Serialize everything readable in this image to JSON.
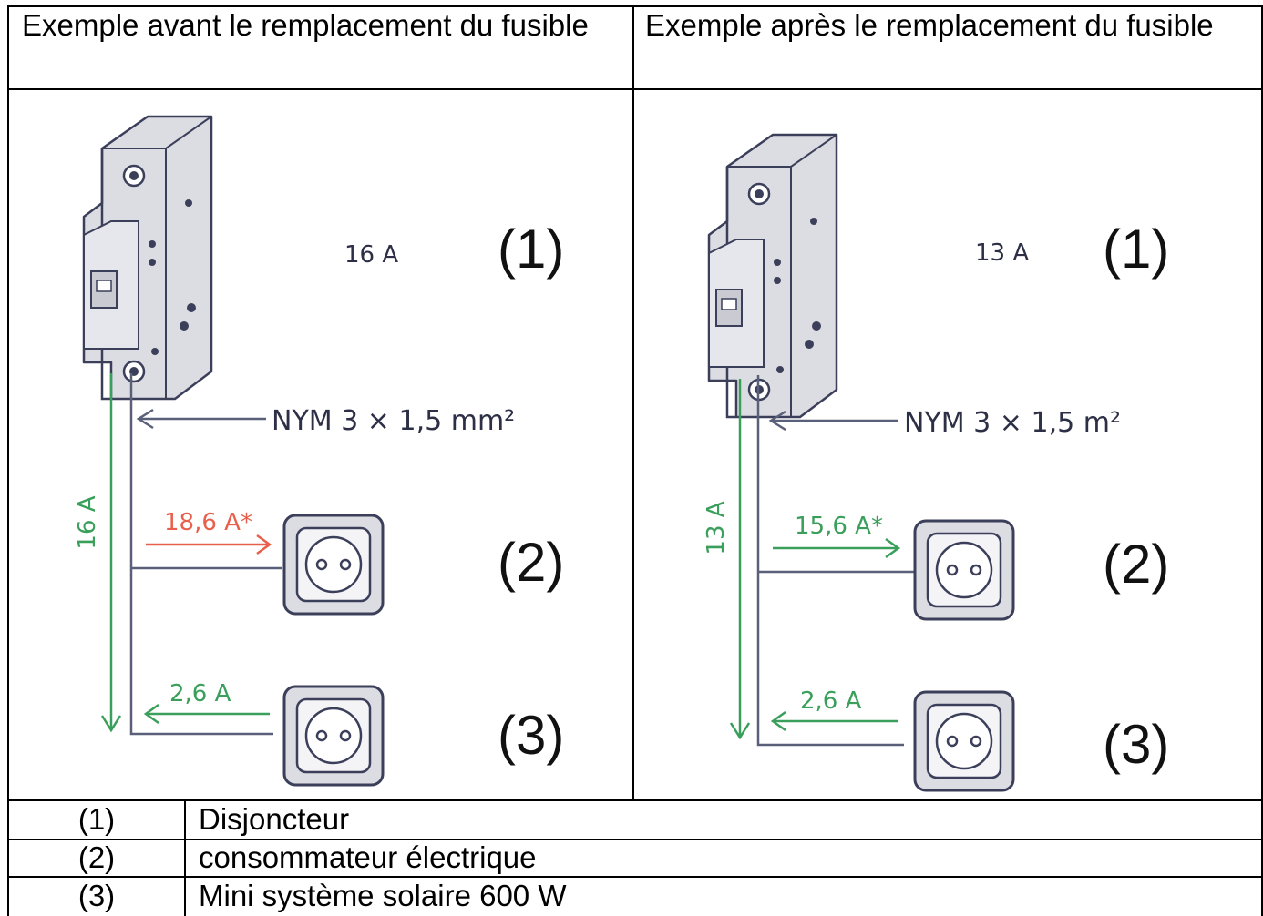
{
  "header": {
    "left": "Exemple avant le remplacement du fusible",
    "right": "Exemple après le remplacement du fusible"
  },
  "before": {
    "breaker_rating": "16 A",
    "cable": "NYM 3 × 1,5 mm²",
    "vertical_current": "16 A",
    "consumer_current": "18,6 A*",
    "solar_current": "2,6 A",
    "marker_1": "(1)",
    "marker_2": "(2)",
    "marker_3": "(3)"
  },
  "after": {
    "breaker_rating": "13 A",
    "cable": "NYM 3 × 1,5 m²",
    "vertical_current": "13 A",
    "consumer_current": "15,6 A*",
    "solar_current": "2,6 A",
    "marker_1": "(1)",
    "marker_2": "(2)",
    "marker_3": "(3)"
  },
  "legend": [
    {
      "num": "(1)",
      "text": "Disjoncteur"
    },
    {
      "num": "(2)",
      "text": "consommateur électrique"
    },
    {
      "num": "(3)",
      "text": "Mini système solaire 600 W"
    }
  ],
  "colors": {
    "green": "#3a9f5b",
    "red": "#e8604b",
    "wire": "#5a6079",
    "device_fill": "#dcdde3"
  }
}
